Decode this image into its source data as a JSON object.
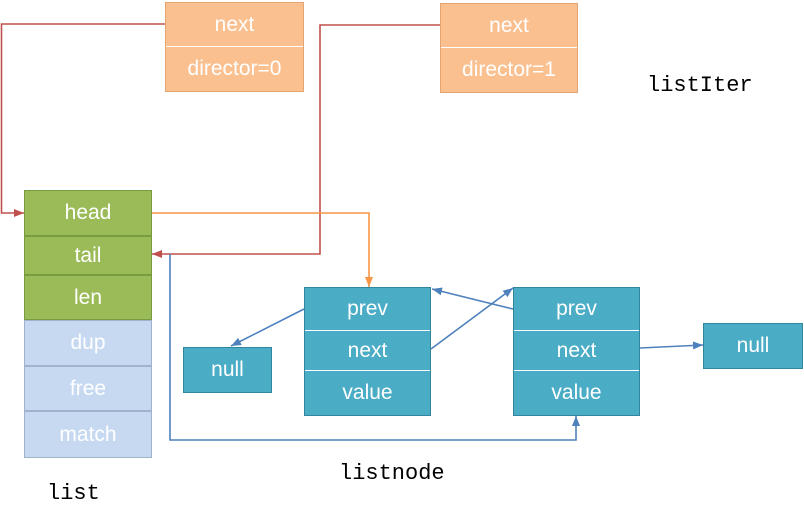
{
  "colors": {
    "iter_fill": "#fac090",
    "list_field_fill": "#9bbb59",
    "list_fn_fill": "#c6d9f1",
    "node_fill": "#4bacc6",
    "arrow_red": "#c0504d",
    "arrow_orange": "#f79646",
    "arrow_blue": "#4f81bd"
  },
  "list_iter": {
    "label": "listIter",
    "iterators": [
      {
        "next": "next",
        "direction": "director=0"
      },
      {
        "next": "next",
        "direction": "director=1"
      }
    ]
  },
  "list": {
    "label": "list",
    "fields": [
      "head",
      "tail",
      "len",
      "dup",
      "free",
      "match"
    ]
  },
  "listnode": {
    "label": "listnode",
    "nodes": [
      {
        "prev": "prev",
        "next": "next",
        "value": "value"
      },
      {
        "prev": "prev",
        "next": "next",
        "value": "value"
      }
    ]
  },
  "null_boxes": [
    "null",
    "null"
  ]
}
